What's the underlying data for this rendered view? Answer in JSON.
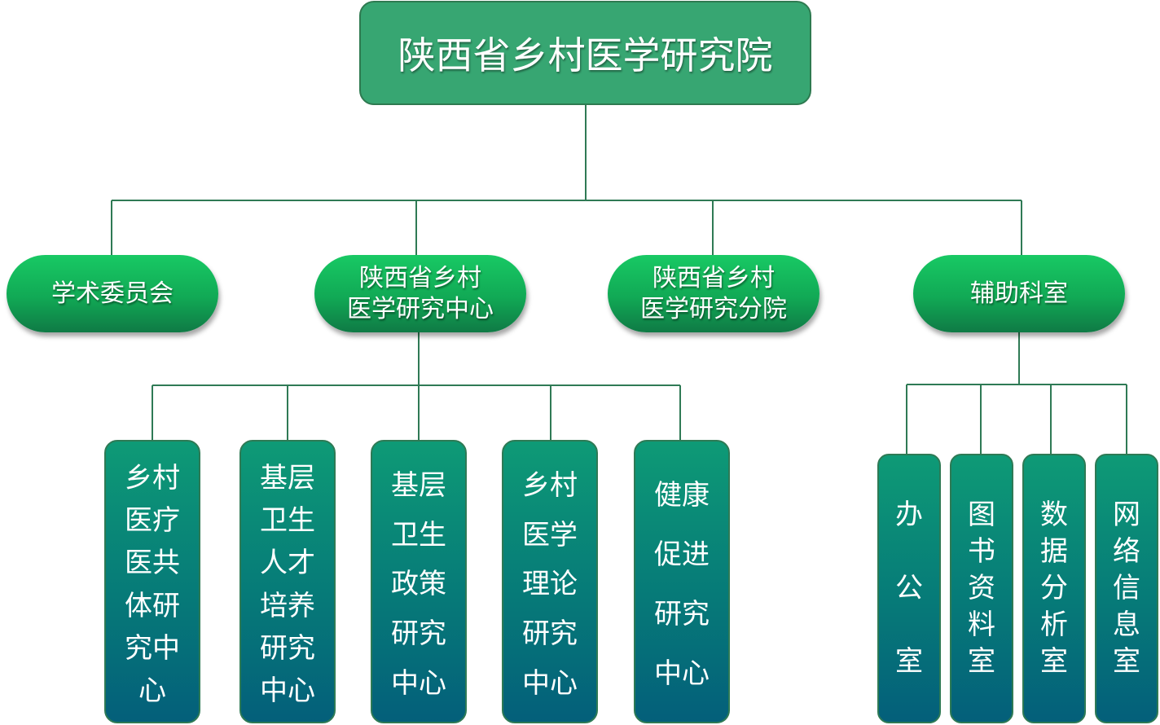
{
  "colors": {
    "line": "#2f7a55",
    "root": "#37a672",
    "pill_top": "#18c964",
    "pill_bottom": "#0f7a45",
    "box_top": "#0e9a76",
    "box_bottom": "#045f7a"
  },
  "root": {
    "title": "陕西省乡村医学研究院"
  },
  "level1": [
    {
      "lines": [
        "学术委员会"
      ]
    },
    {
      "lines": [
        "陕西省乡村",
        "医学研究中心"
      ]
    },
    {
      "lines": [
        "陕西省乡村",
        "医学研究分院"
      ]
    },
    {
      "lines": [
        "辅助科室"
      ]
    }
  ],
  "research_centers": [
    {
      "lines": [
        "乡村",
        "医疗",
        "医共",
        "体研",
        "究中",
        "心"
      ]
    },
    {
      "lines": [
        "基层",
        "卫生",
        "人才",
        "培养",
        "研究",
        "中心"
      ]
    },
    {
      "lines": [
        "基层",
        "卫生",
        "政策",
        "研究",
        "中心"
      ]
    },
    {
      "lines": [
        "乡村",
        "医学",
        "理论",
        "研究",
        "中心"
      ]
    },
    {
      "lines": [
        "健康",
        "促进",
        "研究",
        "中心"
      ]
    }
  ],
  "offices": [
    {
      "lines": [
        "办",
        "",
        "公",
        "",
        "室"
      ]
    },
    {
      "lines": [
        "图",
        "书",
        "资",
        "料",
        "室"
      ]
    },
    {
      "lines": [
        "数",
        "据",
        "分",
        "析",
        "室"
      ]
    },
    {
      "lines": [
        "网",
        "络",
        "信",
        "息",
        "室"
      ]
    }
  ]
}
